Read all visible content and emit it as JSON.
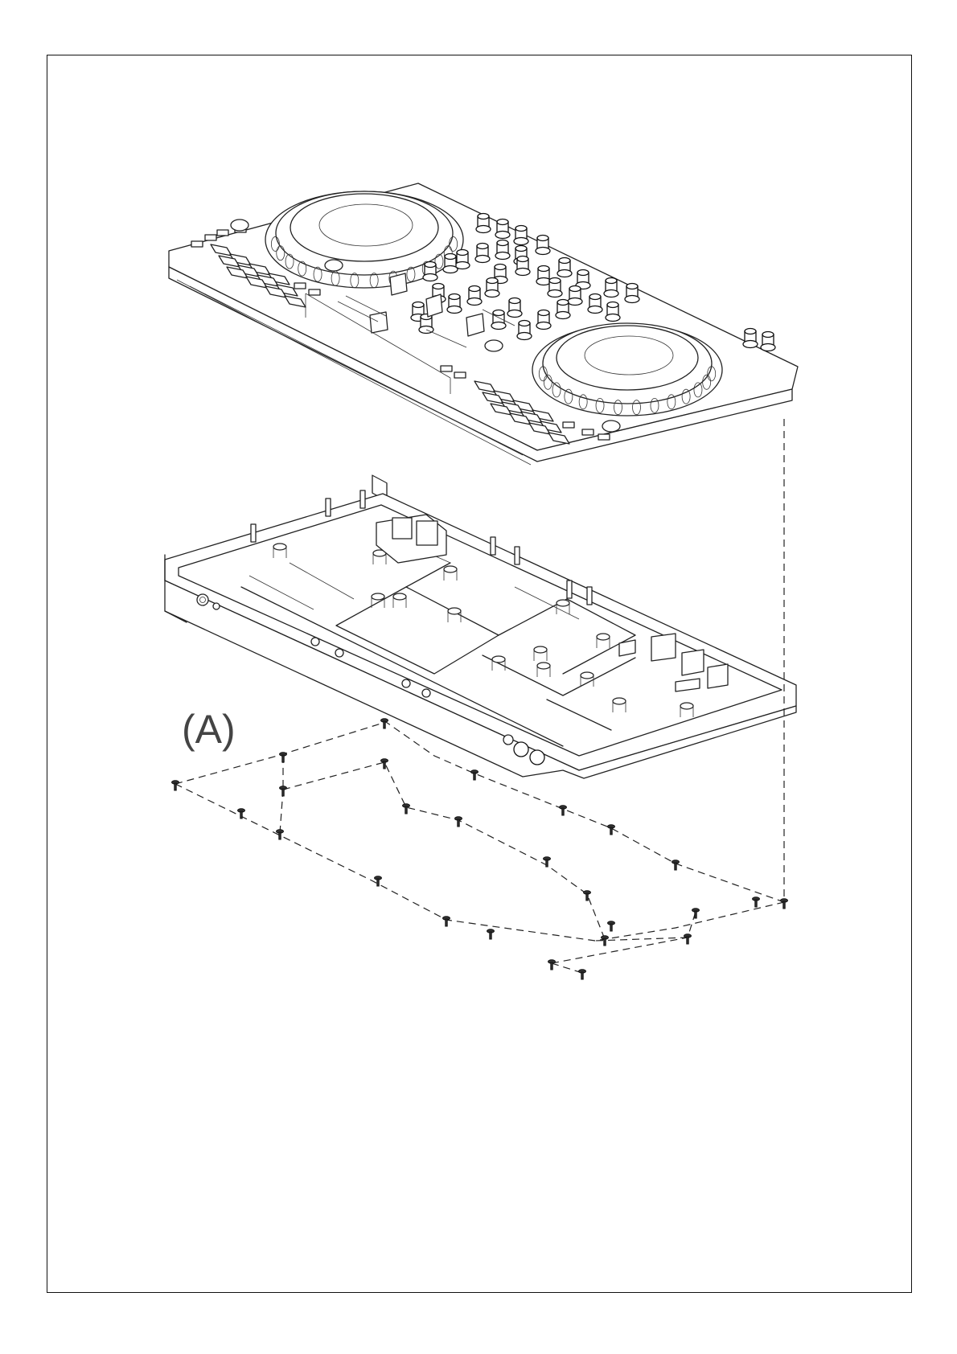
{
  "callout": {
    "label": "(A)"
  },
  "colors": {
    "line": "#222222",
    "paper": "#ffffff",
    "callout": "#444444"
  },
  "icons": {
    "top_panel": "dj-controller-top-panel",
    "bottom_chassis": "bottom-chassis-housing",
    "screw": "screw-icon"
  },
  "screw_count": 26
}
